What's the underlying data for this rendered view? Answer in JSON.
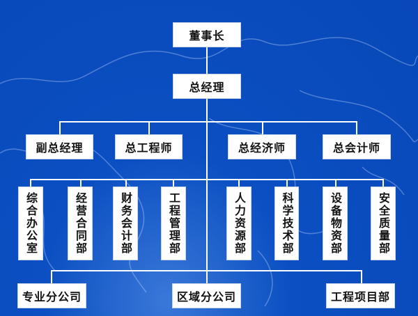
{
  "chairman": "董事长",
  "gm": "总经理",
  "deputies": [
    "副总经理",
    "总工程师",
    "总经济师",
    "总会计师"
  ],
  "departments": [
    "综合办公室",
    "经营合同部",
    "财务会计部",
    "工程管理部",
    "人力资源部",
    "科学技术部",
    "设备物资部",
    "安全质量部"
  ],
  "branches": [
    "专业分公司",
    "区域分公司",
    "工程项目部"
  ],
  "colors": {
    "background": "#0b4fc2",
    "box": "#ffffff",
    "line": "#ffffff"
  }
}
